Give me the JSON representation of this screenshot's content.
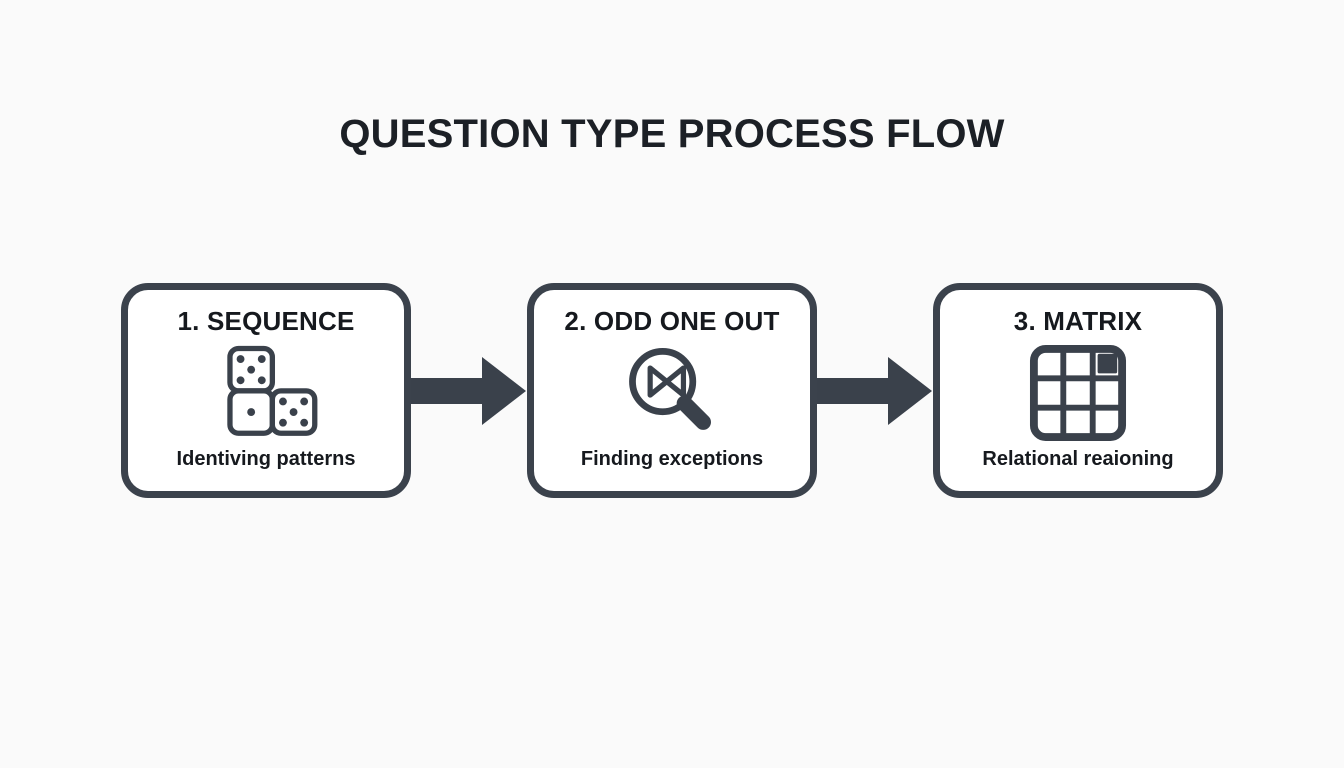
{
  "title": "QUESTION TYPE PROCESS FLOW",
  "colors": {
    "accent": "#3a414b",
    "background": "#fafafa",
    "box_fill": "#ffffff",
    "text": "#1c2026"
  },
  "steps": [
    {
      "heading": "1. SEQUENCE",
      "caption": "Identiving patterns",
      "icon": "dominoes-icon"
    },
    {
      "heading": "2. ODD ONE OUT",
      "caption": "Finding exceptions",
      "icon": "magnifier-odd-one-out-icon"
    },
    {
      "heading": "3. MATRIX",
      "caption": "Relational reaioning",
      "icon": "matrix-grid-icon"
    }
  ]
}
